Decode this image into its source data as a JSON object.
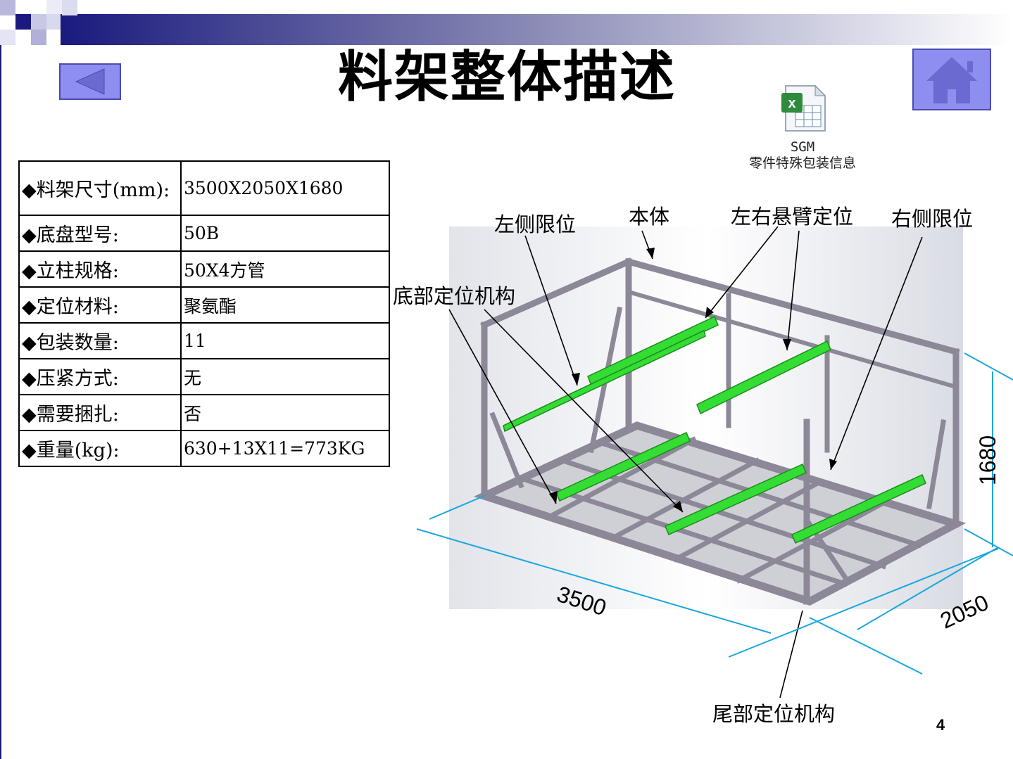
{
  "slide": {
    "title": "料架整体描述",
    "page_number": "4"
  },
  "colors": {
    "header_band_start": "#1a1a7e",
    "nav_button_fill": "#8e8ef0",
    "dimension_line": "#1aa6e0",
    "positioning_green": "#33dd33",
    "frame_grey": "#8c8898"
  },
  "navigation": {
    "back_icon": "triangle-left-icon",
    "home_icon": "house-icon"
  },
  "attachment": {
    "icon": "excel-file-icon",
    "line1": "SGM",
    "line2": "零件特殊包装信息"
  },
  "specs": [
    {
      "label": "◆料架尺寸(mm):",
      "value": "3500X2050X1680"
    },
    {
      "label": "◆底盘型号:",
      "value": "50B"
    },
    {
      "label": "◆立柱规格:",
      "value": "50X4方管"
    },
    {
      "label": "◆定位材料:",
      "value": "聚氨酯"
    },
    {
      "label": "◆包装数量:",
      "value": "11"
    },
    {
      "label": "◆压紧方式:",
      "value": "无"
    },
    {
      "label": "◆需要捆扎:",
      "value": "否"
    },
    {
      "label": "◆重量(kg):",
      "value": "630+13X11=773KG"
    }
  ],
  "diagram": {
    "callouts": {
      "left_limit": "左侧限位",
      "body": "本体",
      "cantilever": "左右悬臂定位",
      "right_limit": "右侧限位",
      "bottom_positioning": "底部定位机构",
      "tail_positioning": "尾部定位机构"
    },
    "dimensions": {
      "length": "3500",
      "width": "2050",
      "height": "1680"
    }
  }
}
